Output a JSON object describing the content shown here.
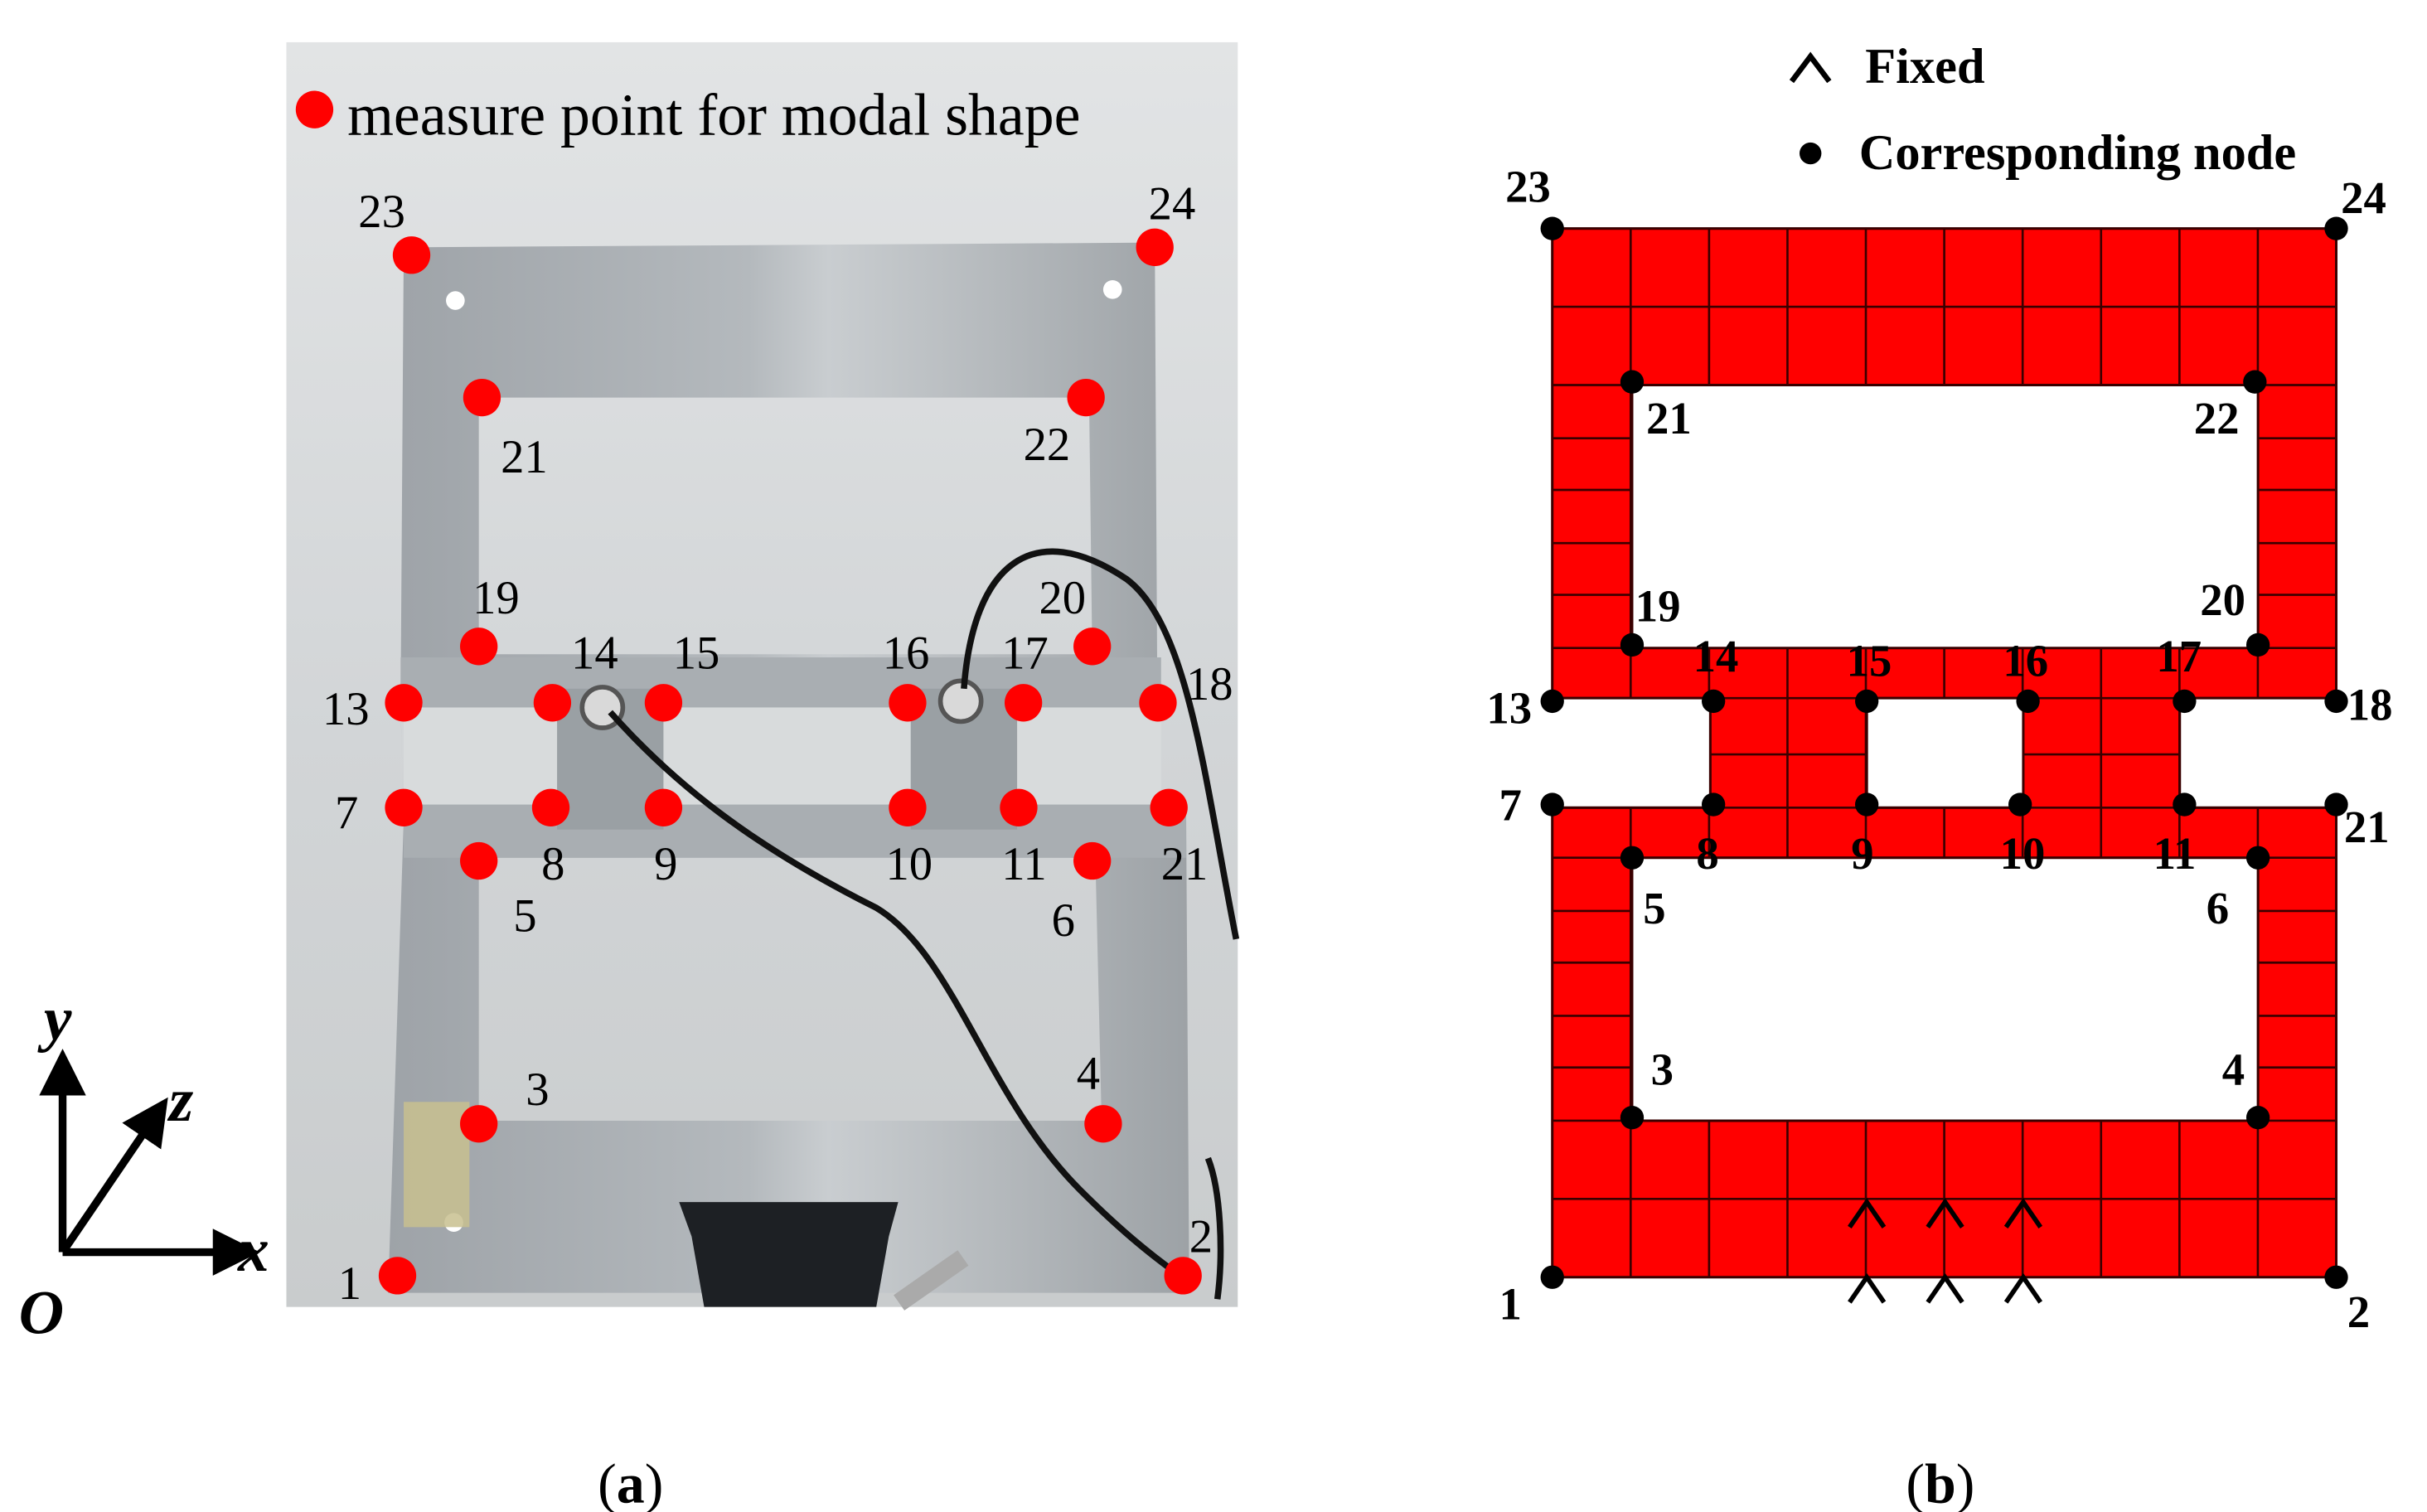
{
  "panel_a": {
    "legend_label": "measure point for modal shape",
    "axes": {
      "x": "x",
      "y": "y",
      "z": "z",
      "origin": "O"
    },
    "caption_open": "(",
    "caption_letter": "a",
    "caption_close": ")",
    "points": [
      {
        "id": "p1",
        "label": "1"
      },
      {
        "id": "p2",
        "label": "2"
      },
      {
        "id": "p3",
        "label": "3"
      },
      {
        "id": "p4",
        "label": "4"
      },
      {
        "id": "p5",
        "label": "5"
      },
      {
        "id": "p6",
        "label": "6"
      },
      {
        "id": "p7",
        "label": "7"
      },
      {
        "id": "p8",
        "label": "8"
      },
      {
        "id": "p9",
        "label": "9"
      },
      {
        "id": "p10",
        "label": "10"
      },
      {
        "id": "p11",
        "label": "11"
      },
      {
        "id": "p12",
        "label": "21"
      },
      {
        "id": "p13",
        "label": "13"
      },
      {
        "id": "p14",
        "label": "14"
      },
      {
        "id": "p15",
        "label": "15"
      },
      {
        "id": "p16",
        "label": "16"
      },
      {
        "id": "p17",
        "label": "17"
      },
      {
        "id": "p18",
        "label": "18"
      },
      {
        "id": "p19",
        "label": "19"
      },
      {
        "id": "p20",
        "label": "20"
      },
      {
        "id": "p21",
        "label": "21"
      },
      {
        "id": "p22",
        "label": "22"
      },
      {
        "id": "p23",
        "label": "23"
      },
      {
        "id": "p24",
        "label": "24"
      }
    ]
  },
  "panel_b": {
    "legend_fixed": "Fixed",
    "legend_node": "Corresponding node",
    "caption_open": "(",
    "caption_letter": "b",
    "caption_close": ")",
    "fill_color": "#ff0000",
    "nodes": [
      {
        "id": "n1",
        "label": "1"
      },
      {
        "id": "n2",
        "label": "2"
      },
      {
        "id": "n3",
        "label": "3"
      },
      {
        "id": "n4",
        "label": "4"
      },
      {
        "id": "n5",
        "label": "5"
      },
      {
        "id": "n6",
        "label": "6"
      },
      {
        "id": "n7",
        "label": "7"
      },
      {
        "id": "n8",
        "label": "8"
      },
      {
        "id": "n9",
        "label": "9"
      },
      {
        "id": "n10",
        "label": "10"
      },
      {
        "id": "n11",
        "label": "11"
      },
      {
        "id": "n12",
        "label": "21"
      },
      {
        "id": "n13",
        "label": "13"
      },
      {
        "id": "n14",
        "label": "14"
      },
      {
        "id": "n15",
        "label": "15"
      },
      {
        "id": "n16",
        "label": "16"
      },
      {
        "id": "n17",
        "label": "17"
      },
      {
        "id": "n18",
        "label": "18"
      },
      {
        "id": "n19",
        "label": "19"
      },
      {
        "id": "n20",
        "label": "20"
      },
      {
        "id": "n21",
        "label": "21"
      },
      {
        "id": "n22",
        "label": "22"
      },
      {
        "id": "n23",
        "label": "23"
      },
      {
        "id": "n24",
        "label": "24"
      }
    ]
  }
}
